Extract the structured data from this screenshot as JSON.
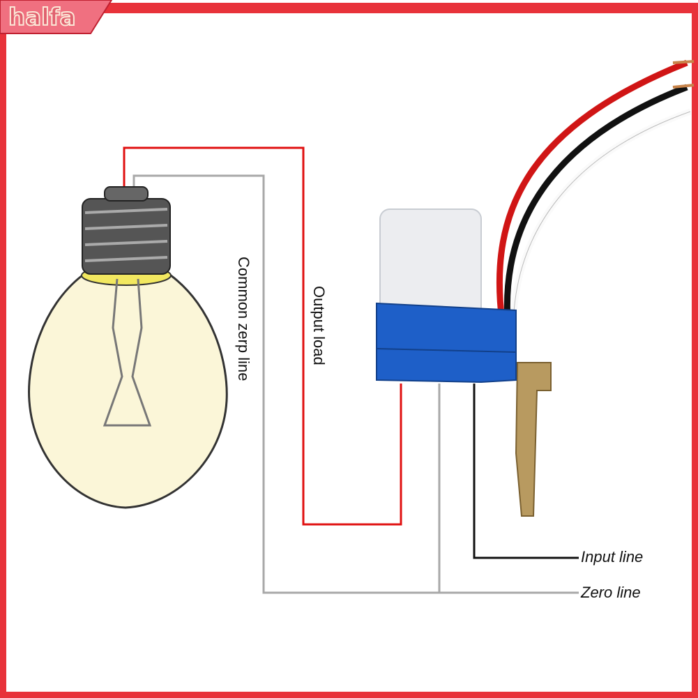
{
  "logo": {
    "text": "halfa"
  },
  "labels": {
    "common_zero_line": "Common zerp line",
    "output_load": "Output load",
    "input_line": "Input line",
    "zero_line": "Zero line"
  },
  "colors": {
    "frame": "#e8323a",
    "output_wire": "#e01010",
    "zero_wire": "#a8a8a8",
    "input_wire": "#111111",
    "sensor_base": "#1e5fc8",
    "bulb_glass": "#fbf6d8"
  }
}
